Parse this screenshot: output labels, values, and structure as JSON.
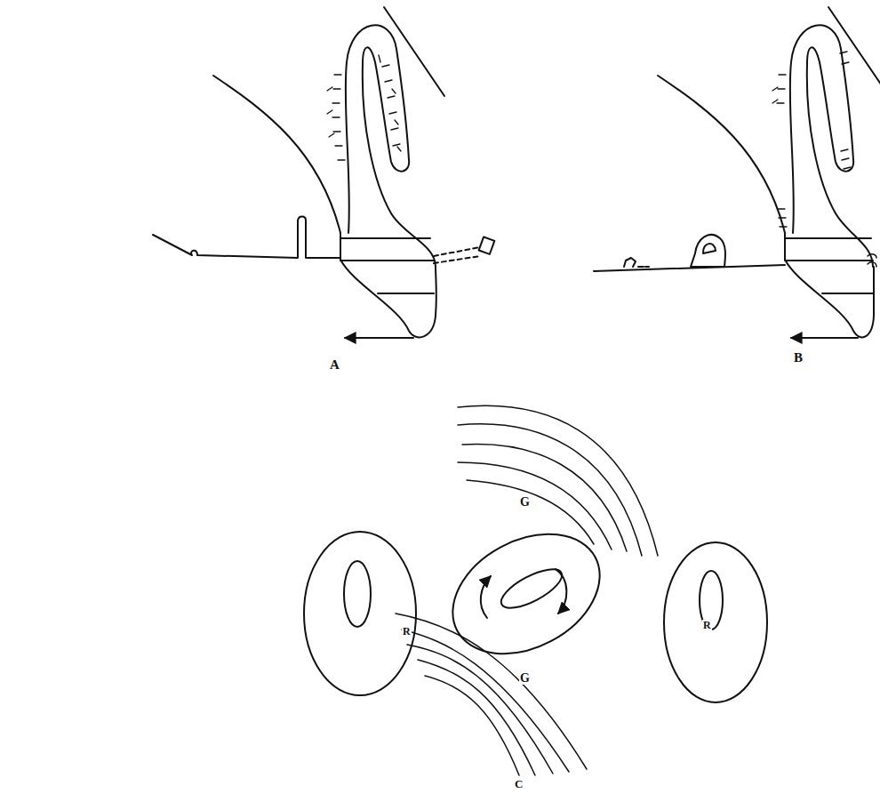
{
  "diagram": {
    "labels": [
      "A",
      "B",
      "C",
      "G",
      "G",
      "R",
      "R"
    ]
  }
}
